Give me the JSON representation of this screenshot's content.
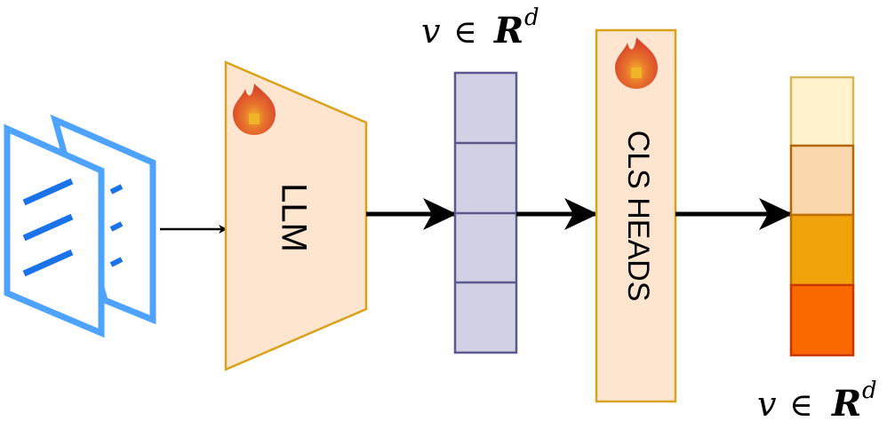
{
  "diagram": {
    "llm_label": "LLM",
    "cls_label": "CLS HEADS",
    "embedding_label": {
      "v": "v",
      "in": "∈",
      "R": "R",
      "sup": "d"
    },
    "output_label": {
      "v": "v",
      "in": "∈",
      "R": "R",
      "sup": "d"
    },
    "embedding_cells": 4,
    "output_cells": 4,
    "colors": {
      "doc_stroke": "#4da3ff",
      "doc_lines": "#1a73e8",
      "llm_fill": "#fde5d0",
      "llm_stroke": "#d9a21b",
      "embedding_fill": "#d1d0e5",
      "embedding_stroke": "#5a5a8c",
      "cls_fill": "#fde5d0",
      "cls_stroke": "#d9a21b",
      "output_cells": [
        "#fff2cc",
        "#fad7ac",
        "#f0a30a",
        "#fa6800"
      ],
      "output_strokes": [
        "#d6b656",
        "#b46504",
        "#bd7000",
        "#c73500"
      ],
      "fire": "#e06c2a"
    },
    "icons": [
      "documents-icon",
      "fire-icon",
      "fire-icon"
    ]
  }
}
